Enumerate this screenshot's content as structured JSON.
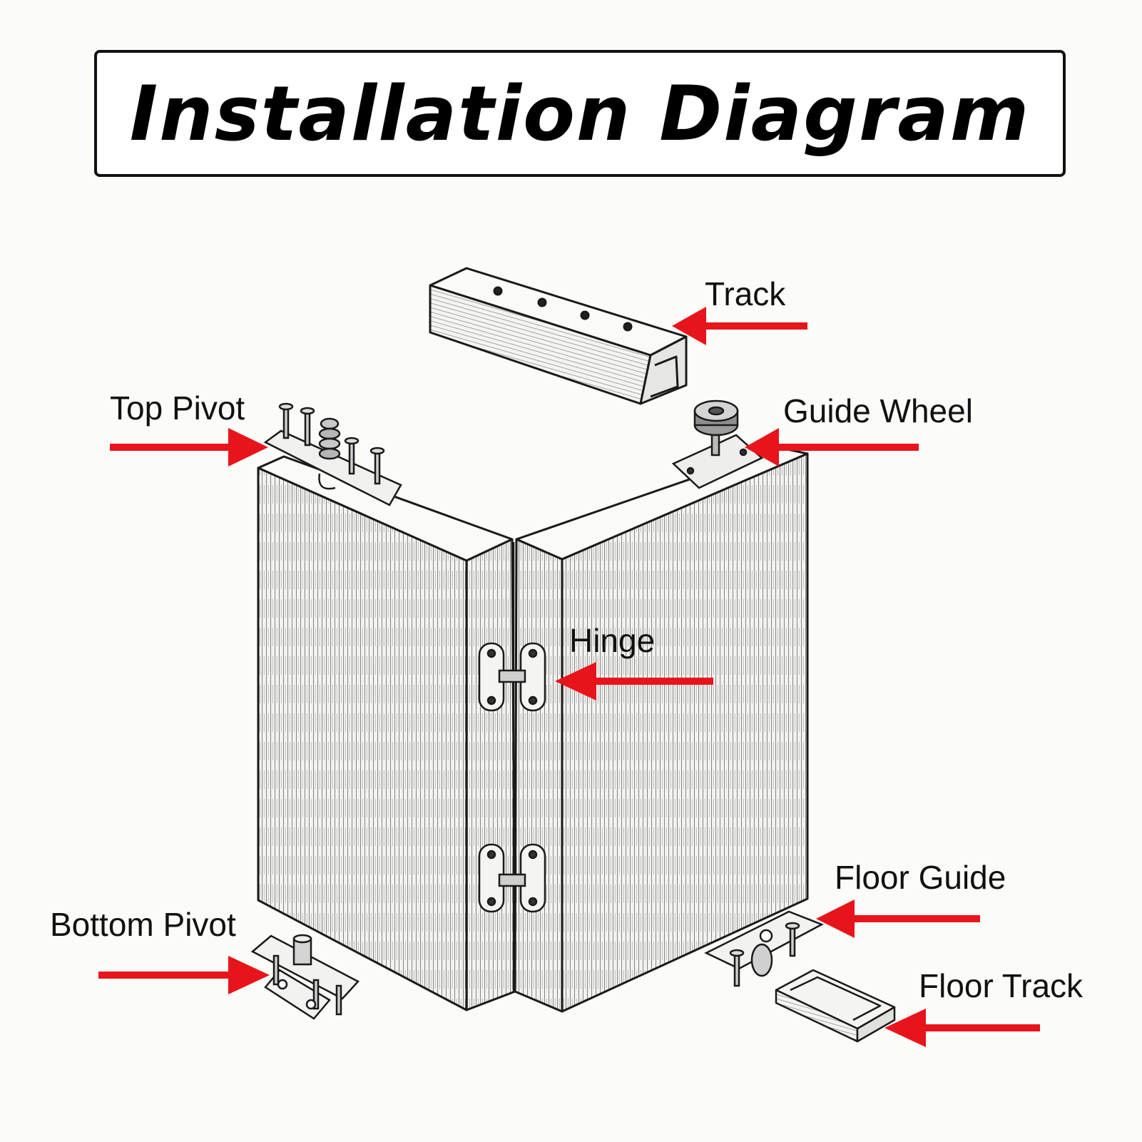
{
  "title": "Installation Diagram",
  "labels": {
    "track": "Track",
    "top_pivot": "Top Pivot",
    "guide_wheel": "Guide Wheel",
    "hinge": "Hinge",
    "bottom_pivot": "Bottom Pivot",
    "floor_guide": "Floor Guide",
    "floor_track": "Floor Track"
  },
  "colors": {
    "arrow": "#e8141b",
    "line": "#1a1a1a",
    "panel": "#ededea"
  }
}
